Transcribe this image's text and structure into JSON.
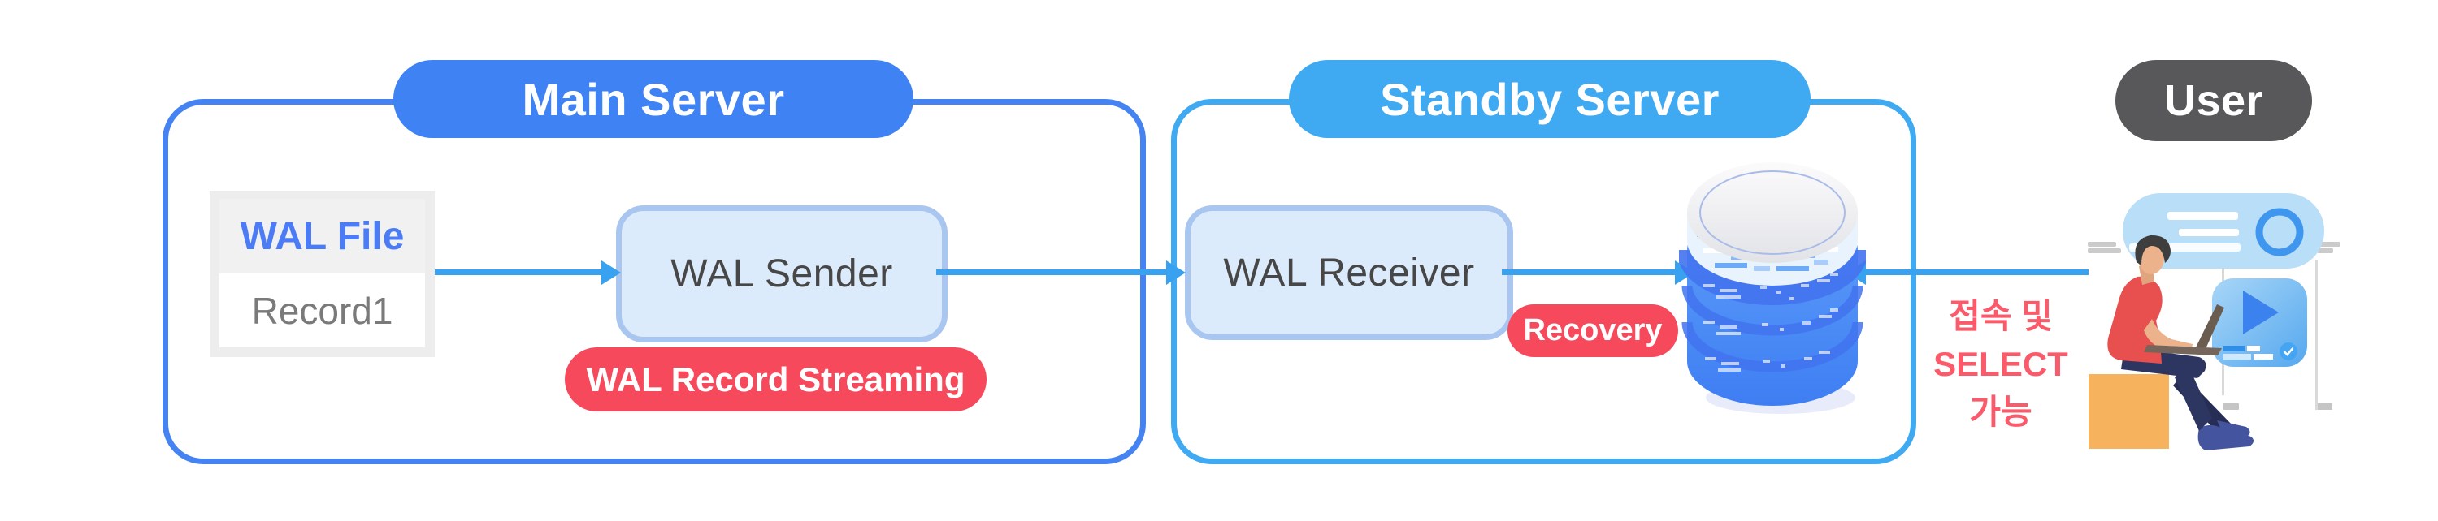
{
  "colors": {
    "main_blue": "#3e82f4",
    "standby_blue": "#3fa9f1",
    "arrow_blue": "#38a2f0",
    "badge_red": "#f6495c",
    "note_red": "#fa5a6a",
    "user_gray": "#58585a",
    "process_fill": "#dcebfc",
    "process_border": "#a8c6ef",
    "wal_file_blue": "#4b7bf5"
  },
  "main_server": {
    "title": "Main Server",
    "wal_file": {
      "header": "WAL File",
      "record": "Record1"
    },
    "wal_sender": "WAL Sender",
    "streaming_badge": "WAL Record Streaming"
  },
  "standby_server": {
    "title": "Standby Server",
    "wal_receiver": "WAL Receiver",
    "recovery_badge": "Recovery",
    "database_icon": "database-cylinder"
  },
  "user": {
    "title": "User",
    "note_lines": [
      "접속 및",
      "SELECT",
      "가능"
    ],
    "illustration": "person-with-laptop"
  }
}
